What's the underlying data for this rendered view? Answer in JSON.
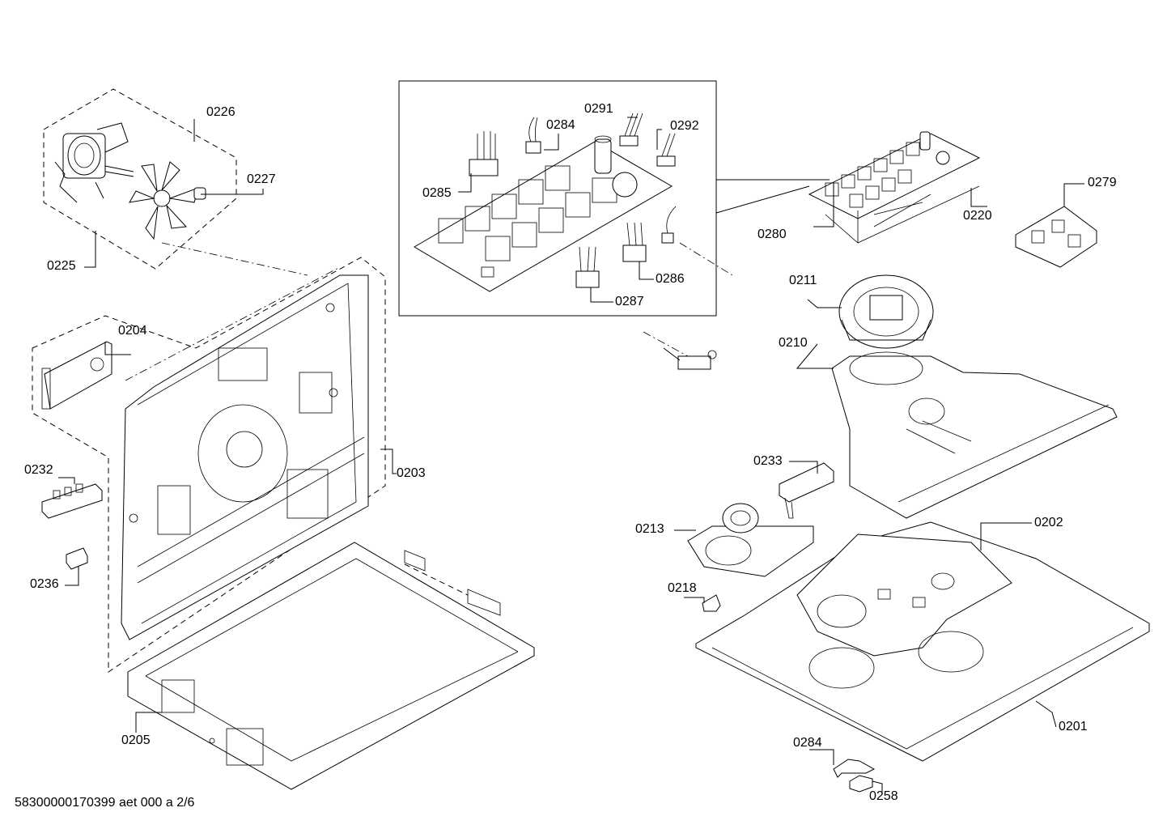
{
  "document_id": "58300000170399 aet 000 a 2/6",
  "part_labels": {
    "p0226": "0226",
    "p0227": "0227",
    "p0225": "0225",
    "p0204": "0204",
    "p0232": "0232",
    "p0236": "0236",
    "p0203": "0203",
    "p0205": "0205",
    "p0285": "0285",
    "p0284a": "0284",
    "p0291": "0291",
    "p0292": "0292",
    "p0286": "0286",
    "p0287": "0287",
    "p0280": "0280",
    "p0220": "0220",
    "p0279": "0279",
    "p0211": "0211",
    "p0210": "0210",
    "p0233": "0233",
    "p0213": "0213",
    "p0202": "0202",
    "p0218": "0218",
    "p0201": "0201",
    "p0284b": "0284",
    "p0258": "0258"
  }
}
